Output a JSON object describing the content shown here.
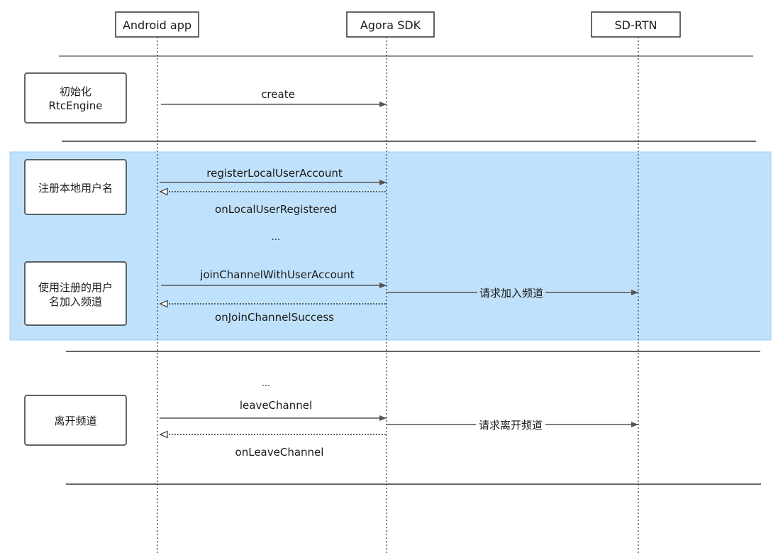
{
  "participants": [
    {
      "id": "app",
      "label": "Android app"
    },
    {
      "id": "sdk",
      "label": "Agora SDK"
    },
    {
      "id": "rtn",
      "label": "SD-RTN"
    }
  ],
  "phases": [
    {
      "id": "init",
      "lines": [
        "初始化",
        "RtcEngine"
      ]
    },
    {
      "id": "register",
      "lines": [
        "注册本地用户名"
      ]
    },
    {
      "id": "join",
      "lines": [
        "使用注册的用户",
        "名加入频道"
      ]
    },
    {
      "id": "leave",
      "lines": [
        "离开频道"
      ]
    }
  ],
  "messages": [
    {
      "id": "create",
      "label": "create",
      "style": "solid"
    },
    {
      "id": "register-local-user-account",
      "label": "registerLocalUserAccount",
      "style": "solid"
    },
    {
      "id": "on-local-user-registered",
      "label": "onLocalUserRegistered",
      "style": "dotted"
    },
    {
      "id": "ellipsis-1",
      "label": "..."
    },
    {
      "id": "join-channel-with-user-account",
      "label": "joinChannelWithUserAccount",
      "style": "solid"
    },
    {
      "id": "request-join-channel",
      "label": "请求加入频道",
      "style": "solid"
    },
    {
      "id": "on-join-channel-success",
      "label": "onJoinChannelSuccess",
      "style": "dotted"
    },
    {
      "id": "ellipsis-2",
      "label": "..."
    },
    {
      "id": "leave-channel",
      "label": "leaveChannel",
      "style": "solid"
    },
    {
      "id": "request-leave-channel",
      "label": "请求离开频道",
      "style": "solid"
    },
    {
      "id": "on-leave-channel",
      "label": "onLeaveChannel",
      "style": "dotted"
    }
  ],
  "colors": {
    "highlight_fill": "#bfe1fb",
    "highlight_border": "#9fd0f5",
    "line": "#555555",
    "text": "#1a1a1a"
  }
}
